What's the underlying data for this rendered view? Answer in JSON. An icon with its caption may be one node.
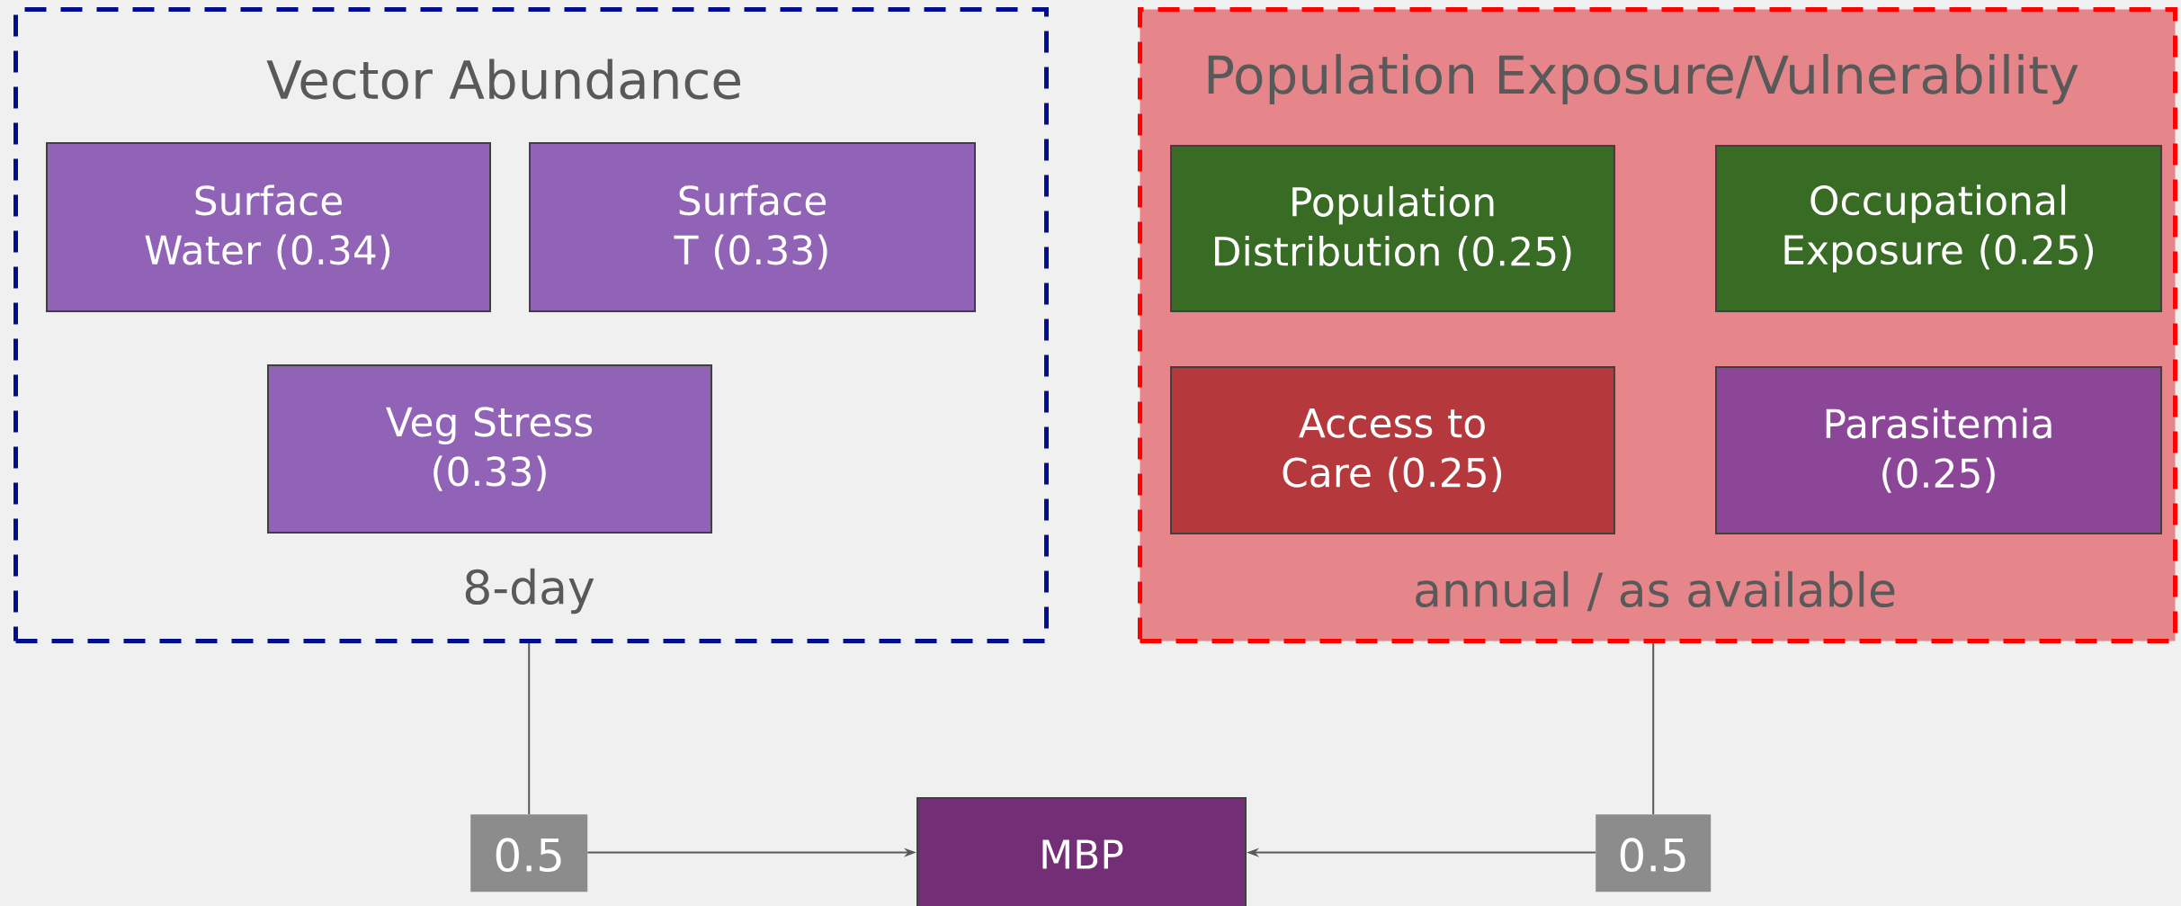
{
  "diagram": {
    "nodes": [
      {
        "text": [
          "Vector Abundance",
          "8-day"
        ]
      },
      {
        "text": [
          "Surface Water (0.34)"
        ],
        "in": 0
      },
      {
        "text": [
          "Surface T (0.33)"
        ],
        "in": 0
      },
      {
        "text": [
          "Veg Stress (0.33)"
        ],
        "in": 0
      },
      {
        "text": [
          "Population Exposure/Vulnerability",
          "annual / as available"
        ]
      },
      {
        "text": [
          "Population Distribution (0.25)"
        ],
        "in": 4
      },
      {
        "text": [
          "Occupational Exposure (0.25)"
        ],
        "in": 4
      },
      {
        "text": [
          "Access to Care (0.25)"
        ],
        "in": 4
      },
      {
        "text": [
          "Parasitemia (0.25)"
        ],
        "in": 4
      },
      {
        "text": [
          "0.5"
        ]
      },
      {
        "text": [
          "MBP"
        ]
      },
      {
        "text": [
          "0.5"
        ]
      }
    ],
    "edges": [
      {
        "from": 0,
        "to": 9,
        "arrow": "none"
      },
      {
        "from": 9,
        "to": 10,
        "arrow": "to"
      },
      {
        "from": 4,
        "to": 11,
        "arrow": "none"
      },
      {
        "from": 11,
        "to": 10,
        "arrow": "to"
      }
    ]
  }
}
